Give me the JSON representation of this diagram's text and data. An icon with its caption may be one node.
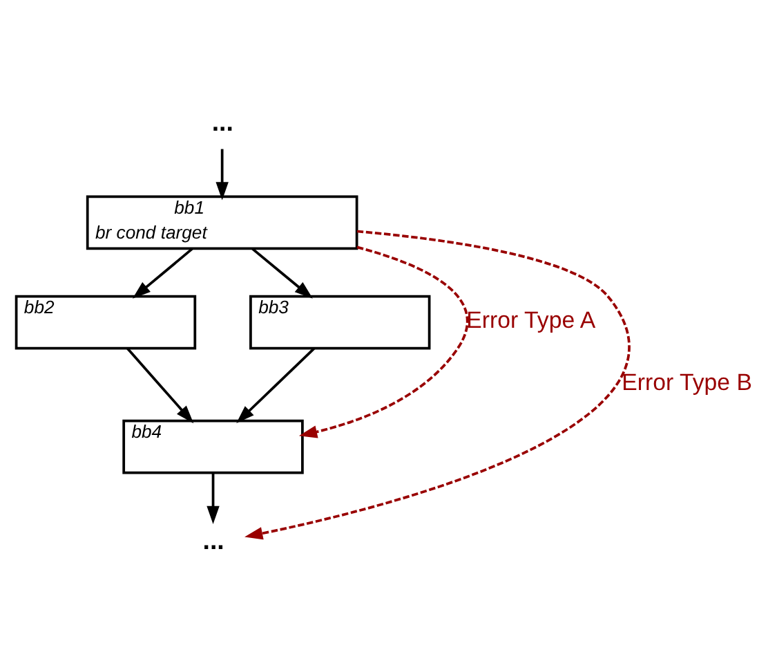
{
  "diagram": {
    "nodes": [
      {
        "text": [
          "..."
        ]
      },
      {
        "text": [
          "bb1",
          "br cond target"
        ]
      },
      {
        "text": [
          "bb2"
        ]
      },
      {
        "text": [
          "bb3"
        ]
      },
      {
        "text": [
          "bb4"
        ]
      },
      {
        "text": [
          "..."
        ]
      }
    ],
    "edges": [
      {
        "from": 0,
        "to": 1,
        "arrow": "to"
      },
      {
        "from": 1,
        "to": 2,
        "arrow": "to"
      },
      {
        "from": 1,
        "to": 3,
        "arrow": "to"
      },
      {
        "from": 2,
        "to": 4,
        "arrow": "to"
      },
      {
        "from": 3,
        "to": 4,
        "arrow": "to"
      },
      {
        "from": 4,
        "to": 5,
        "arrow": "to"
      },
      {
        "from": 1,
        "to": 4,
        "arrow": "to",
        "label": "Error Type A",
        "style": "dashed",
        "color": "#990000"
      },
      {
        "from": 1,
        "to": 5,
        "arrow": "to",
        "label": "Error Type B",
        "style": "dashed",
        "color": "#990000"
      }
    ]
  }
}
